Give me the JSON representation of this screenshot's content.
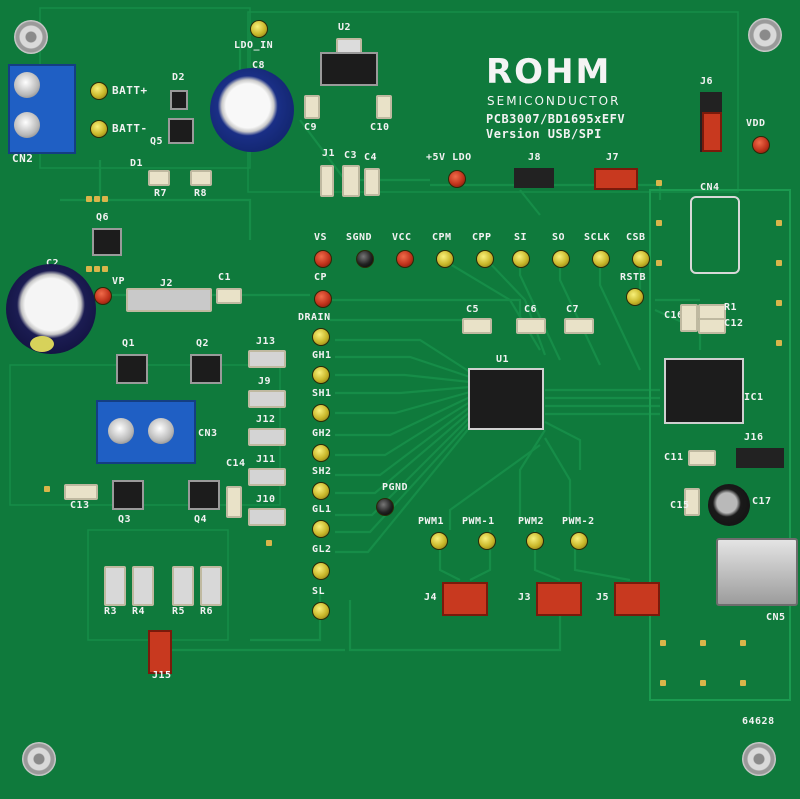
{
  "board": {
    "brand": "ROHM",
    "brand_sub": "SEMICONDUCTOR",
    "model": "PCB3007/BD1695xEFV",
    "version": "Version USB/SPI",
    "serial": "64628"
  },
  "labels": {
    "ldo_in": "LDO_IN",
    "u2": "U2",
    "c8": "C8",
    "c9": "C9",
    "c10": "C10",
    "batt_p": "BATT+",
    "batt_m": "BATT-",
    "d2": "D2",
    "q5": "Q5",
    "d1": "D1",
    "r7": "R7",
    "r8": "R8",
    "cn2": "CN2",
    "q6": "Q6",
    "c2": "C2",
    "j2": "J2",
    "c1": "C1",
    "vp": "VP",
    "j1": "J1",
    "c3": "C3",
    "c4": "C4",
    "v5_ldo": "+5V LDO",
    "j8": "J8",
    "j7": "J7",
    "j6": "J6",
    "vdd": "VDD",
    "cn4": "CN4",
    "vs": "VS",
    "sgnd": "SGND",
    "vcc": "VCC",
    "cpm": "CPM",
    "cpp": "CPP",
    "si": "SI",
    "so": "SO",
    "sclk": "SCLK",
    "csb": "CSB",
    "rstb": "RSTB",
    "cp": "CP",
    "drain": "DRAIN",
    "c5": "C5",
    "c6": "C6",
    "c7": "C7",
    "c16": "C16",
    "r1": "R1",
    "c12": "C12",
    "q1": "Q1",
    "q2": "Q2",
    "j13": "J13",
    "gh1": "GH1",
    "j9": "J9",
    "sh1": "SH1",
    "u1": "U1",
    "ic1": "IC1",
    "j12": "J12",
    "gh2": "GH2",
    "cn3": "CN3",
    "j16": "J16",
    "c11": "C11",
    "j11": "J11",
    "sh2": "SH2",
    "c14": "C14",
    "c13": "C13",
    "q3": "Q3",
    "q4": "Q4",
    "j10": "J10",
    "gl1": "GL1",
    "pgnd": "PGND",
    "c15": "C15",
    "c17": "C17",
    "gl2": "GL2",
    "pwm1": "PWM1",
    "pwm_1": "PWM-1",
    "pwm2": "PWM2",
    "pwm_2": "PWM-2",
    "r3": "R3",
    "r4": "R4",
    "r5": "R5",
    "r6": "R6",
    "sl": "SL",
    "j4": "J4",
    "j3": "J3",
    "j5": "J5",
    "cn5": "CN5",
    "j15": "J15"
  },
  "colors": {
    "pcb": "#0f7a3c",
    "trace": "#138a45",
    "silkscreen": "#f2f2f2",
    "testpoint_yellow": "#c9b72a",
    "testpoint_red": "#c0331c",
    "jumper_red": "#c8391f",
    "terminal_blue": "#1f5fc4"
  }
}
